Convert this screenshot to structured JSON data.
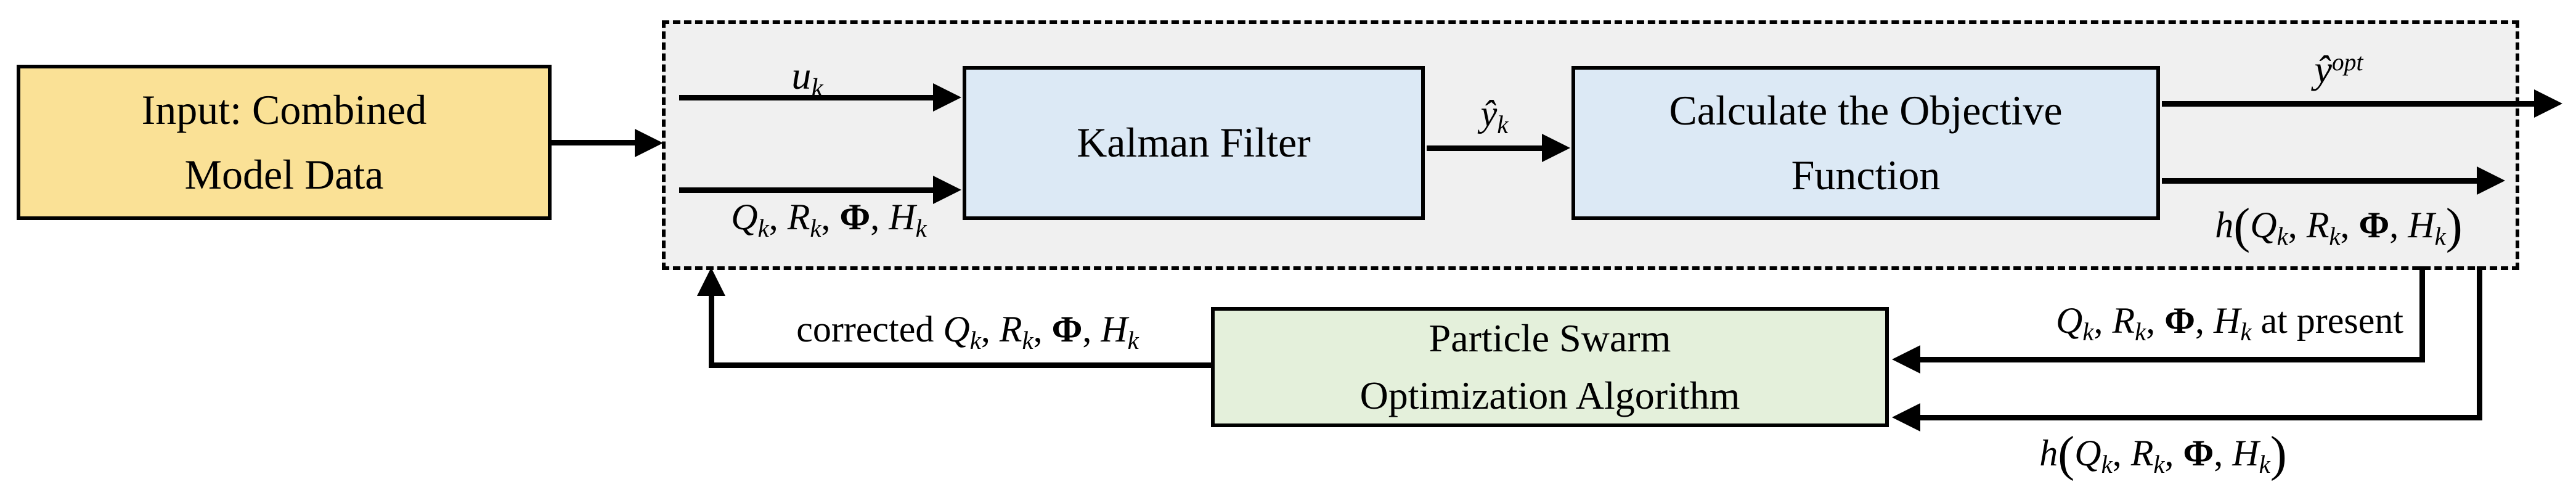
{
  "diagram": {
    "colors": {
      "input_fill": "#FAE196",
      "process_fill": "#DCE9F5",
      "pso_fill": "#E4F0DB",
      "container_fill": "#F0F0F0",
      "line": "#000000"
    },
    "input_box": {
      "lines": [
        "Input: Combined",
        "Model Data"
      ]
    },
    "kalman_box": {
      "label": "Kalman Filter"
    },
    "objective_box": {
      "lines": [
        "Calculate the Objective",
        "Function"
      ]
    },
    "pso_box": {
      "lines": [
        "Particle Swarm",
        "Optimization Algorithm"
      ]
    },
    "labels": {
      "u_k": [
        {
          "t": "u",
          "st": "i"
        },
        {
          "t": "k",
          "st": "sub"
        }
      ],
      "qrph_in": [
        {
          "t": "Q",
          "st": "i"
        },
        {
          "t": "k",
          "st": "sub"
        },
        {
          "t": ", ",
          "st": "n"
        },
        {
          "t": "R",
          "st": "i"
        },
        {
          "t": "k",
          "st": "sub"
        },
        {
          "t": ", ",
          "st": "n"
        },
        {
          "t": "Φ",
          "st": "b"
        },
        {
          "t": ", ",
          "st": "n"
        },
        {
          "t": "H",
          "st": "i"
        },
        {
          "t": "k",
          "st": "sub"
        }
      ],
      "y_hat_k": [
        {
          "t": "ŷ",
          "st": "i"
        },
        {
          "t": "k",
          "st": "sub"
        }
      ],
      "y_hat_opt": [
        {
          "t": "ŷ",
          "st": "i"
        },
        {
          "t": "opt",
          "st": "sup"
        }
      ],
      "h_out": [
        {
          "t": "h",
          "st": "i"
        },
        {
          "t": "(",
          "st": "p"
        },
        {
          "t": "Q",
          "st": "i"
        },
        {
          "t": "k",
          "st": "sub"
        },
        {
          "t": ", ",
          "st": "n"
        },
        {
          "t": "R",
          "st": "i"
        },
        {
          "t": "k",
          "st": "sub"
        },
        {
          "t": ", ",
          "st": "n"
        },
        {
          "t": "Φ",
          "st": "b"
        },
        {
          "t": ", ",
          "st": "n"
        },
        {
          "t": "H",
          "st": "i"
        },
        {
          "t": "k",
          "st": "sub"
        },
        {
          "t": ")",
          "st": "p"
        }
      ],
      "qrph_present": [
        {
          "t": "Q",
          "st": "i"
        },
        {
          "t": "k",
          "st": "sub"
        },
        {
          "t": ", ",
          "st": "n"
        },
        {
          "t": "R",
          "st": "i"
        },
        {
          "t": "k",
          "st": "sub"
        },
        {
          "t": ", ",
          "st": "n"
        },
        {
          "t": "Φ",
          "st": "b"
        },
        {
          "t": ", ",
          "st": "n"
        },
        {
          "t": "H",
          "st": "i"
        },
        {
          "t": "k",
          "st": "sub"
        },
        {
          "t": "  at present",
          "st": "n"
        }
      ],
      "h_pso": [
        {
          "t": "h",
          "st": "i"
        },
        {
          "t": "(",
          "st": "p"
        },
        {
          "t": "Q",
          "st": "i"
        },
        {
          "t": "k",
          "st": "sub"
        },
        {
          "t": ", ",
          "st": "n"
        },
        {
          "t": "R",
          "st": "i"
        },
        {
          "t": "k",
          "st": "sub"
        },
        {
          "t": ", ",
          "st": "n"
        },
        {
          "t": "Φ",
          "st": "b"
        },
        {
          "t": ", ",
          "st": "n"
        },
        {
          "t": "H",
          "st": "i"
        },
        {
          "t": "k",
          "st": "sub"
        },
        {
          "t": ")",
          "st": "p"
        }
      ],
      "corrected": [
        {
          "t": "corrected ",
          "st": "n"
        },
        {
          "t": "Q",
          "st": "i"
        },
        {
          "t": "k",
          "st": "sub"
        },
        {
          "t": ", ",
          "st": "n"
        },
        {
          "t": "R",
          "st": "i"
        },
        {
          "t": "k",
          "st": "sub"
        },
        {
          "t": ", ",
          "st": "n"
        },
        {
          "t": "Φ",
          "st": "b"
        },
        {
          "t": ", ",
          "st": "n"
        },
        {
          "t": "H",
          "st": "i"
        },
        {
          "t": "k",
          "st": "sub"
        }
      ]
    }
  }
}
